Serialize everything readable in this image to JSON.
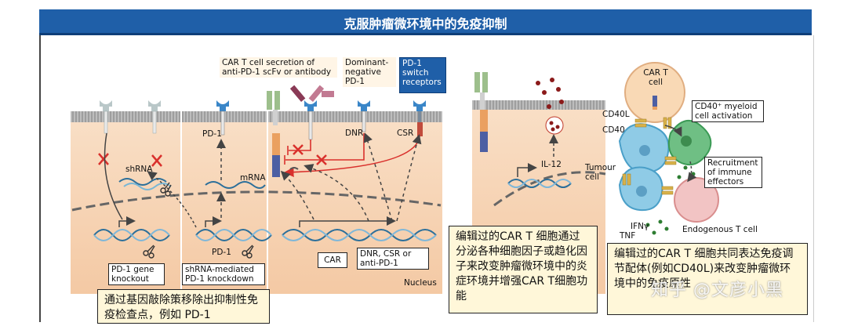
{
  "title": "克服肿瘤微环境中的免疫抑制",
  "panel_a": {
    "cell_labels": {
      "pd1": "PD-1",
      "shrna": "shRNA",
      "mrna": "mRNA",
      "dnr": "DNR",
      "csr": "CSR",
      "nucleus": "Nucleus",
      "car": "CAR",
      "dnr_csr_anti": "DNR, CSR or anti-PD-1",
      "pd1_gene": "PD-1"
    },
    "header_boxes": {
      "secretion": "CAR T cell secretion of anti-PD-1 scFv or antibody",
      "dominant": "Dominant-negative PD-1",
      "switch": "PD-1 switch receptors"
    },
    "bottom_labels": {
      "knockout": "PD-1 gene knockout",
      "knockdown": "shRNA-mediated PD-1 knockdown"
    },
    "note": "通过基因敲除策移除出抑制性免疫检查点，例如 PD-1"
  },
  "panel_b": {
    "il12": "IL-12",
    "note": "编辑过的CAR T 细胞通过分泌各种细胞因子或趋化因子来改变肿瘤微环境中的炎症环境并增强CAR T细胞功能"
  },
  "panel_c": {
    "car_t_cell": "CAR T cell",
    "cd40l": "CD40L",
    "cd40": "CD40",
    "myeloid": "CD40⁺ myeloid cell activation",
    "tumour": "Tumour cell",
    "recruitment": "Recruitment of immune effectors",
    "ifn": "IFNγ",
    "tnf": "TNF",
    "endogenous": "Endogenous T cell",
    "note": "编辑过的CAR T 细胞共同表达免疫调节配体(例如CD40L)来改变肿瘤微环境中的免疫原性"
  },
  "watermark": "知乎 @文彦小黑",
  "colors": {
    "title_bg": "#1f5fa8",
    "cell_bg": "#f7d7bb",
    "note_bg": "#fff7d9",
    "membrane": "#8f8f8f",
    "receptor": "#3a86c8",
    "inhibit": "#d9302c"
  }
}
